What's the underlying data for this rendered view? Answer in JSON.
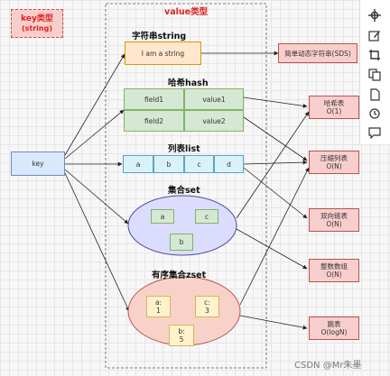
{
  "key_type": {
    "title": "key类型",
    "subtitle": "(string)"
  },
  "value_type_title": "value类型",
  "key_box": "key",
  "string_section": {
    "header": "字符串string",
    "value": "I am a string"
  },
  "hash_section": {
    "header": "哈希hash",
    "rows": [
      [
        "field1",
        "value1"
      ],
      [
        "field2",
        "value2"
      ]
    ]
  },
  "list_section": {
    "header": "列表list",
    "items": [
      "a",
      "b",
      "c",
      "d"
    ]
  },
  "set_section": {
    "header": "集合set",
    "items": [
      "a",
      "c",
      "b"
    ]
  },
  "zset_section": {
    "header": "有序集合zset",
    "items": [
      {
        "line1": "a:",
        "line2": "1"
      },
      {
        "line1": "c:",
        "line2": "3"
      },
      {
        "line1": "b:",
        "line2": "5"
      }
    ]
  },
  "encodings": {
    "sds": "简单动态字符串(SDS)",
    "hashtable": {
      "name": "哈希表",
      "complexity": "O(1)"
    },
    "ziplist": {
      "name": "压缩列表",
      "complexity": "O(N)"
    },
    "linkedlist": {
      "name": "双向链表",
      "complexity": "O(N)"
    },
    "intset": {
      "name": "整数数组",
      "complexity": "O(N)"
    },
    "skiplist": {
      "name": "跳表",
      "complexity": "O(logN)"
    }
  },
  "watermark": "CSDN @Mr朱墨",
  "colors": {
    "header_red": "#e02020",
    "arrow": "#222222"
  },
  "toolbar_icons": [
    "crosshair-icon",
    "edit-image-icon",
    "crop-icon",
    "copy-icon",
    "file-icon",
    "history-icon",
    "comment-icon"
  ]
}
